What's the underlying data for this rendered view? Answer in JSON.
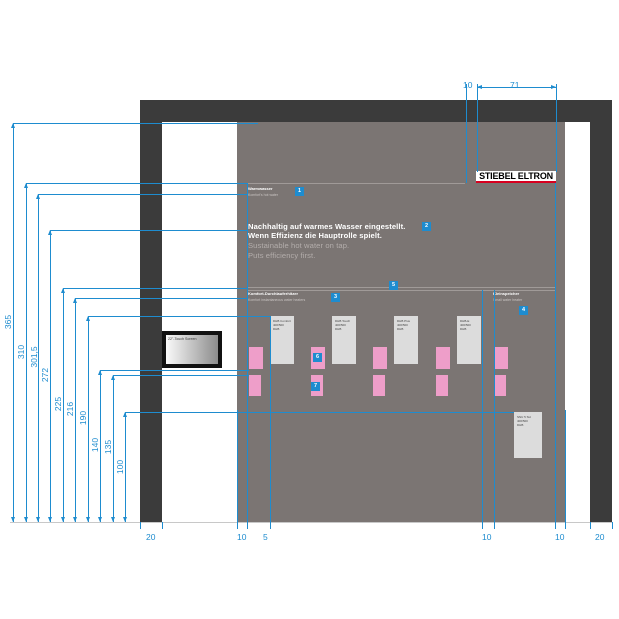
{
  "brand": {
    "logo_text": "STIEBEL ELTRON",
    "logo_color": "#d7001f",
    "wall_color": "#7b7573",
    "frame_color": "#3b3b3b",
    "dimension_color": "#1e8ccf",
    "marker_color": "#1e8ccf",
    "placeholder_color": "#ee9ec9"
  },
  "sections": {
    "warmwasser": {
      "title": "Warmwasser",
      "subtitle": "Komfort's hot water"
    },
    "durchlauf": {
      "title": "Komfort-Durchlauferhitzer",
      "subtitle": "Komfort instantaneous water heaters"
    },
    "klein": {
      "title": "Kleinspeicher",
      "subtitle": "Small water heater"
    }
  },
  "headline": {
    "de_line1": "Nachhaltig auf warmes Wasser eingestellt.",
    "de_line2": "Wenn Effizienz die Hauptrolle spielt.",
    "en_line1": "Sustainable hot water on tap.",
    "en_line2": "Puts efficiency first."
  },
  "markers": [
    "1",
    "2",
    "3",
    "4",
    "5",
    "6",
    "7"
  ],
  "monitor": {
    "label": "22\"-Touch Screen"
  },
  "products": [
    {
      "text": "DHB Comfort\n400/500\nDHB"
    },
    {
      "text": "DHB Touch\n400/500\nDHB"
    },
    {
      "text": "DHB Plus\n400/500\nDHB"
    },
    {
      "text": "DHB-E\n400/500\nDHB"
    },
    {
      "text": "SNU 5 SLI\n400/500\nDHB"
    }
  ],
  "dimensions": {
    "vertical": [
      "365",
      "310",
      "301,5",
      "272",
      "225",
      "216",
      "190",
      "140",
      "135",
      "100"
    ],
    "bottom": [
      "20",
      "10",
      "5",
      "10",
      "10",
      "20"
    ],
    "top": [
      "10",
      "71"
    ]
  }
}
